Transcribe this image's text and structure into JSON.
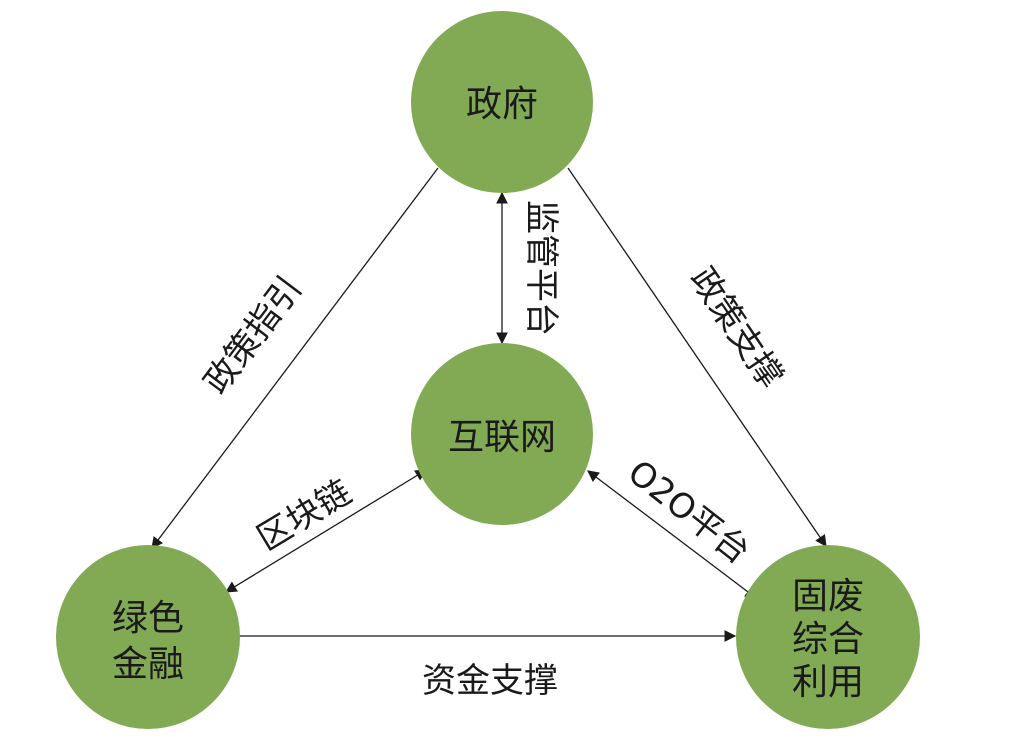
{
  "colors": {
    "node_fill": "#82aa55",
    "edge": "#1a1a1a",
    "text": "#1a1a1a"
  },
  "nodes": {
    "government": {
      "lines": [
        "政府"
      ]
    },
    "internet": {
      "lines": [
        "互联网"
      ]
    },
    "green_finance": {
      "lines": [
        "绿色",
        "金融"
      ]
    },
    "solid_waste": {
      "lines": [
        "固废",
        "综合",
        "利用"
      ]
    }
  },
  "edges": {
    "gov_to_finance": {
      "label": "政策指引",
      "direction": "government→green_finance"
    },
    "gov_to_waste": {
      "label": "政策支撑",
      "direction": "government→solid_waste"
    },
    "gov_internet": {
      "label": "监管平台",
      "direction": "government↔internet"
    },
    "internet_finance": {
      "label": "区块链",
      "direction": "internet↔green_finance"
    },
    "internet_waste": {
      "label": "O2O平台",
      "direction": "internet↔solid_waste"
    },
    "finance_to_waste": {
      "label": "资金支撑",
      "direction": "green_finance→solid_waste"
    }
  }
}
